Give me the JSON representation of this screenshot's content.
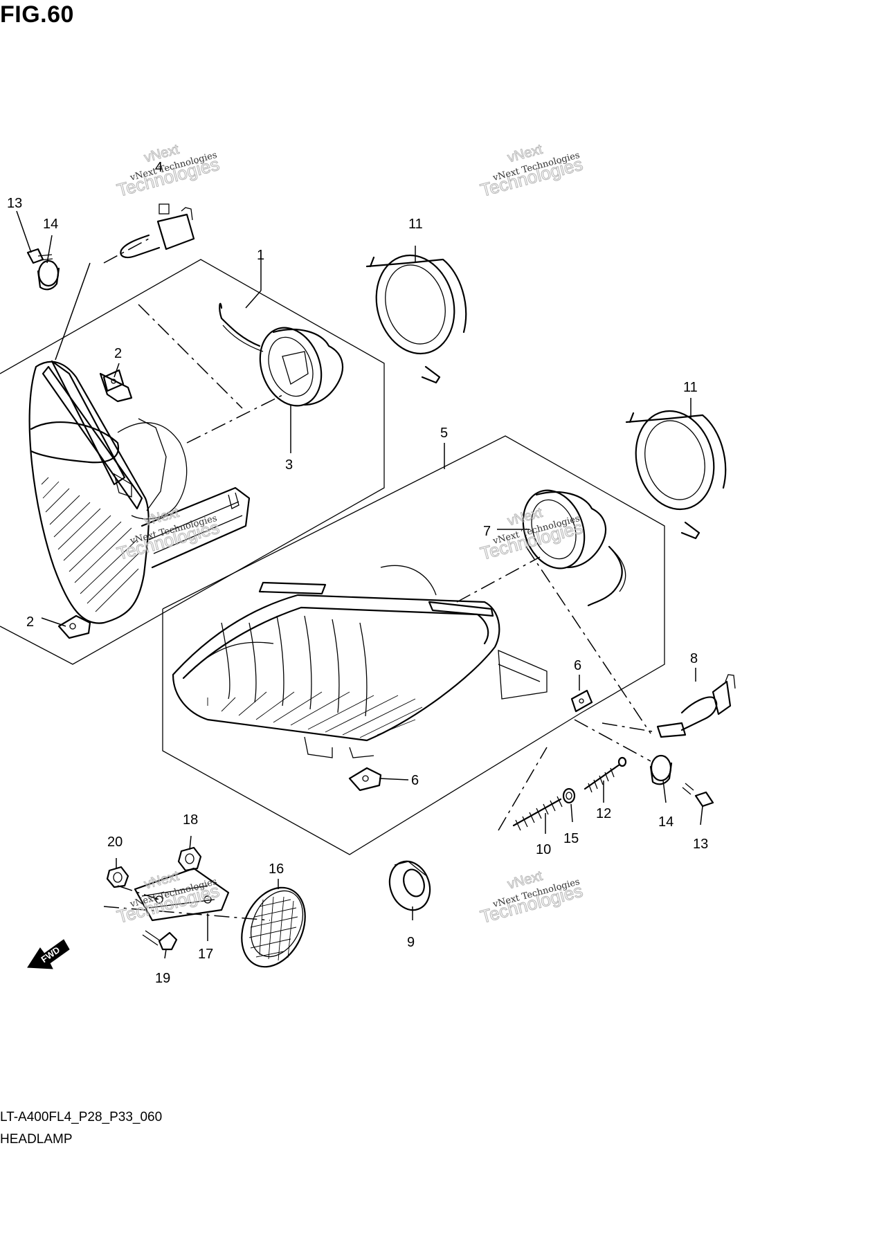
{
  "figure_title": "FIG.60",
  "diagram_code": "LT-A400FL4_P28_P33_060",
  "diagram_caption": "HEADLAMP",
  "fwd_label": "FWD",
  "watermark": {
    "line1": "vNext Technologies",
    "line2": "Technologies",
    "line3": "vNext"
  },
  "callouts": [
    "1",
    "2",
    "2",
    "3",
    "4",
    "5",
    "6",
    "6",
    "7",
    "8",
    "9",
    "10",
    "11",
    "11",
    "12",
    "13",
    "13",
    "14",
    "14",
    "15",
    "16",
    "17",
    "18",
    "19",
    "20"
  ]
}
